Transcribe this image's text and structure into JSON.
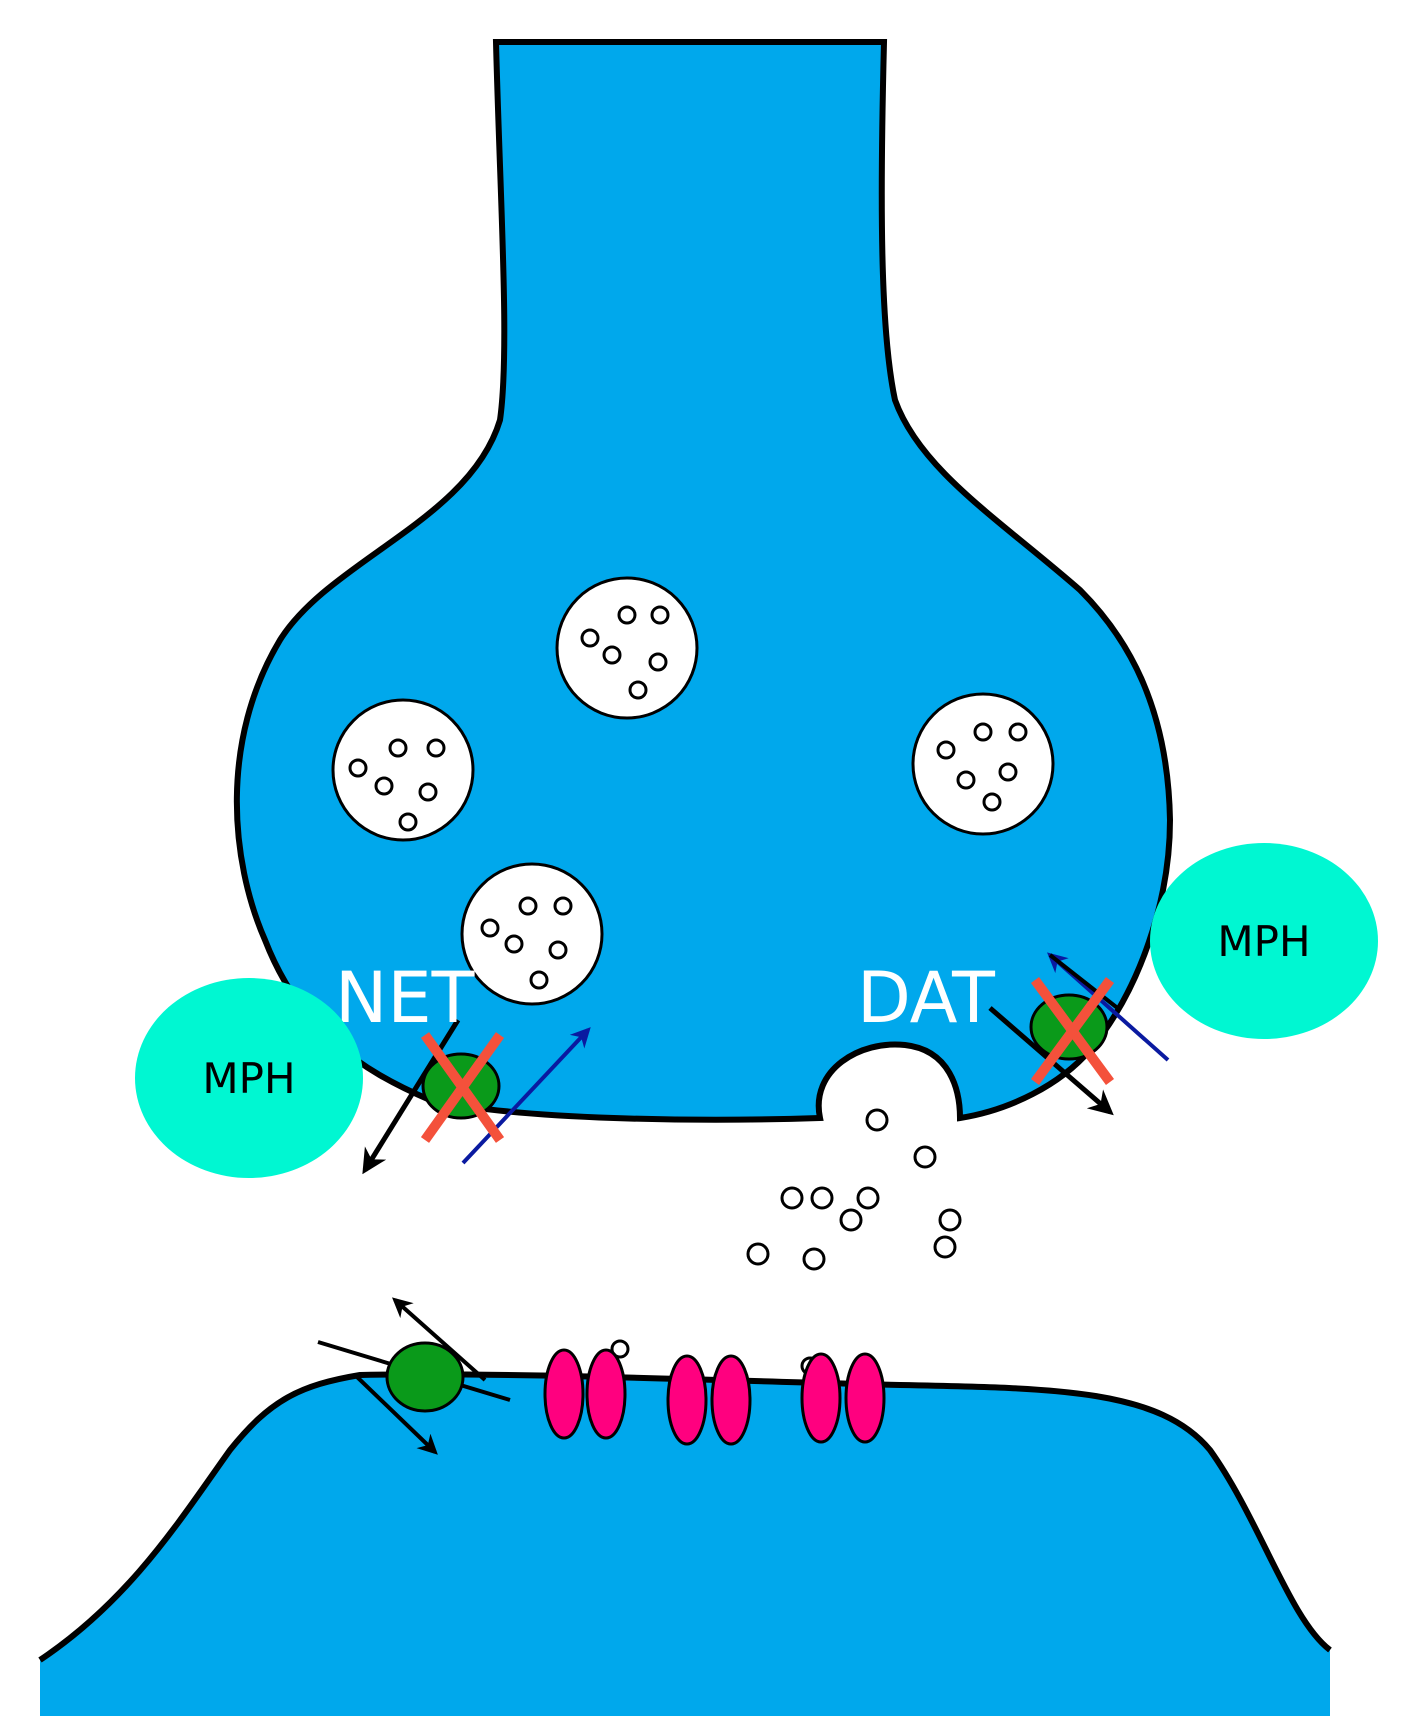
{
  "labels": {
    "net": "NET",
    "dat": "DAT",
    "mph_left": "MPH",
    "mph_right": "MPH"
  },
  "colors": {
    "neuron": "#00a8ec",
    "outline": "#000000",
    "vesicle": "#ffffff",
    "transporter": "#0a9a1a",
    "receptor": "#ff007f",
    "mph": "#00f7d2",
    "block_cross": "#f4513b",
    "blue_arrow": "#0a1aa0"
  },
  "icons": {
    "blocked_marker": "red-x-icon",
    "transport_direction": "arrow-icon"
  }
}
